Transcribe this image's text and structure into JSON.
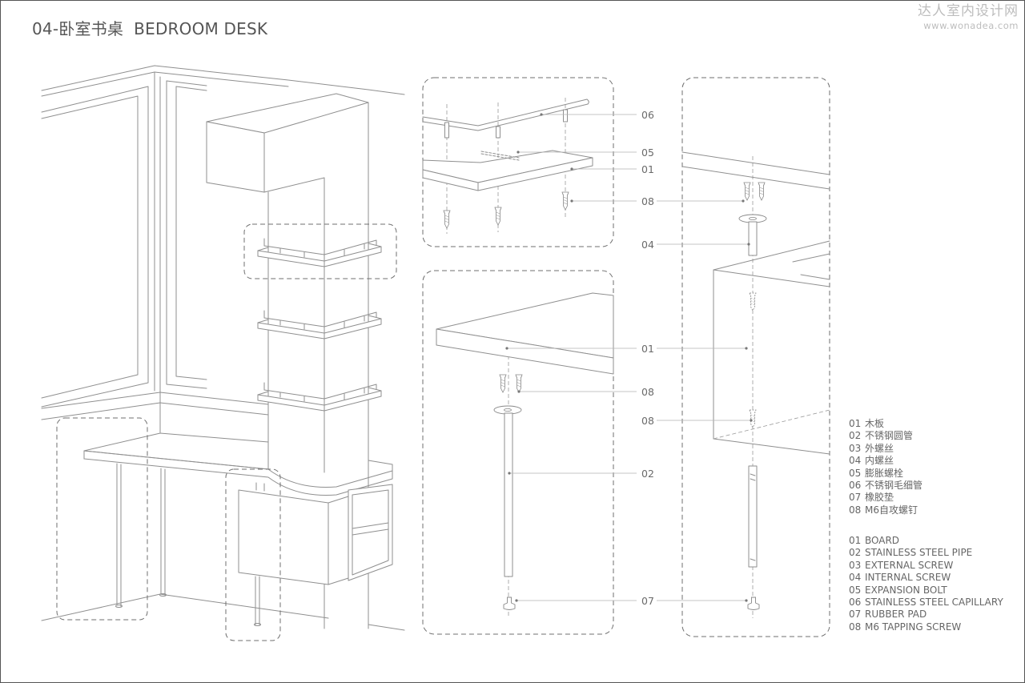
{
  "title": "04-卧室书桌  BEDROOM DESK",
  "watermark": {
    "cn": "达人室内设计网",
    "url": "www.wonadea.com"
  },
  "callouts": {
    "box_a": [
      "06",
      "05",
      "01",
      "08"
    ],
    "middle": [
      "04"
    ],
    "box_b": [
      "01",
      "08",
      "08",
      "02",
      "07"
    ]
  },
  "legend": {
    "zh": [
      {
        "num": "01",
        "text": "木板"
      },
      {
        "num": "02",
        "text": "不锈钢圆管"
      },
      {
        "num": "03",
        "text": "外螺丝"
      },
      {
        "num": "04",
        "text": "内螺丝"
      },
      {
        "num": "05",
        "text": "膨胀螺栓"
      },
      {
        "num": "06",
        "text": "不锈钢毛细管"
      },
      {
        "num": "07",
        "text": "橡胶垫"
      },
      {
        "num": "08",
        "text": "M6自攻螺钉"
      }
    ],
    "en": [
      {
        "num": "01",
        "text": "BOARD"
      },
      {
        "num": "02",
        "text": "STAINLESS STEEL PIPE"
      },
      {
        "num": "03",
        "text": "EXTERNAL SCREW"
      },
      {
        "num": "04",
        "text": "INTERNAL SCREW"
      },
      {
        "num": "05",
        "text": "EXPANSION BOLT"
      },
      {
        "num": "06",
        "text": "STAINLESS STEEL CAPILLARY"
      },
      {
        "num": "07",
        "text": "RUBBER PAD"
      },
      {
        "num": "08",
        "text": "M6 TAPPING SCREW"
      }
    ]
  },
  "colors": {
    "line": "#8f8f8f",
    "dashed_outline": "#6f6f6f",
    "text": "#666666",
    "watermark": "#bdbdbd"
  }
}
